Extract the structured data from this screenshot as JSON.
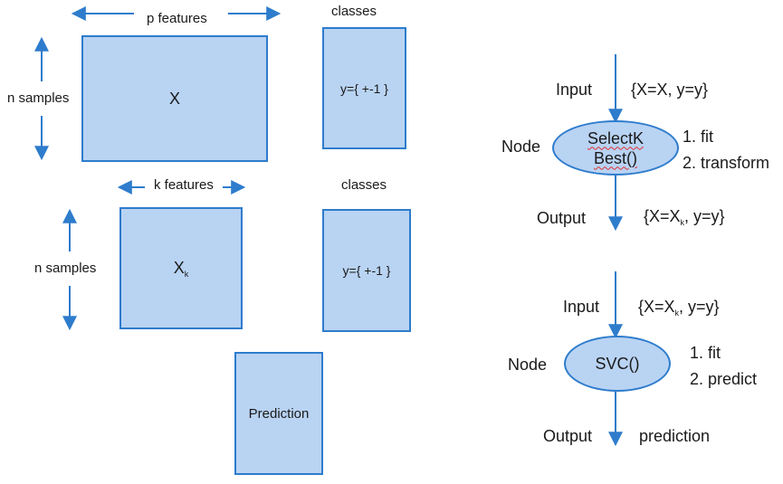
{
  "left": {
    "top": {
      "features_label": "p features",
      "samples_label": "n samples",
      "matrix_label": "X",
      "classes_label": "classes",
      "y_label": "y={ +-1 }"
    },
    "bottom": {
      "features_label": "k features",
      "samples_label": "n samples",
      "matrix_label": "X",
      "matrix_sub": "k",
      "classes_label": "classes",
      "y_label": "y={ +-1 }"
    },
    "prediction_label": "Prediction"
  },
  "pipeline": [
    {
      "input_label": "Input",
      "input_value": "{X=X, y=y}",
      "node_label": "Node",
      "node_name_line1": "SelectK",
      "node_name_line2": "Best()",
      "step1": "1. fit",
      "step2": "2. transform",
      "output_label": "Output",
      "output_value_pre": "{X=X",
      "output_value_sub": "k",
      "output_value_post": ", y=y}"
    },
    {
      "input_label": "Input",
      "input_value_pre": "{X=X",
      "input_value_sub": "k",
      "input_value_post": ", y=y}",
      "node_label": "Node",
      "node_name": "SVC()",
      "step1": "1. fit",
      "step2": "2. predict",
      "output_label": "Output",
      "output_value": "prediction"
    }
  ],
  "colors": {
    "fill": "#b9d3f3",
    "stroke": "#2e7ccc",
    "squiggle": "#e03030"
  }
}
